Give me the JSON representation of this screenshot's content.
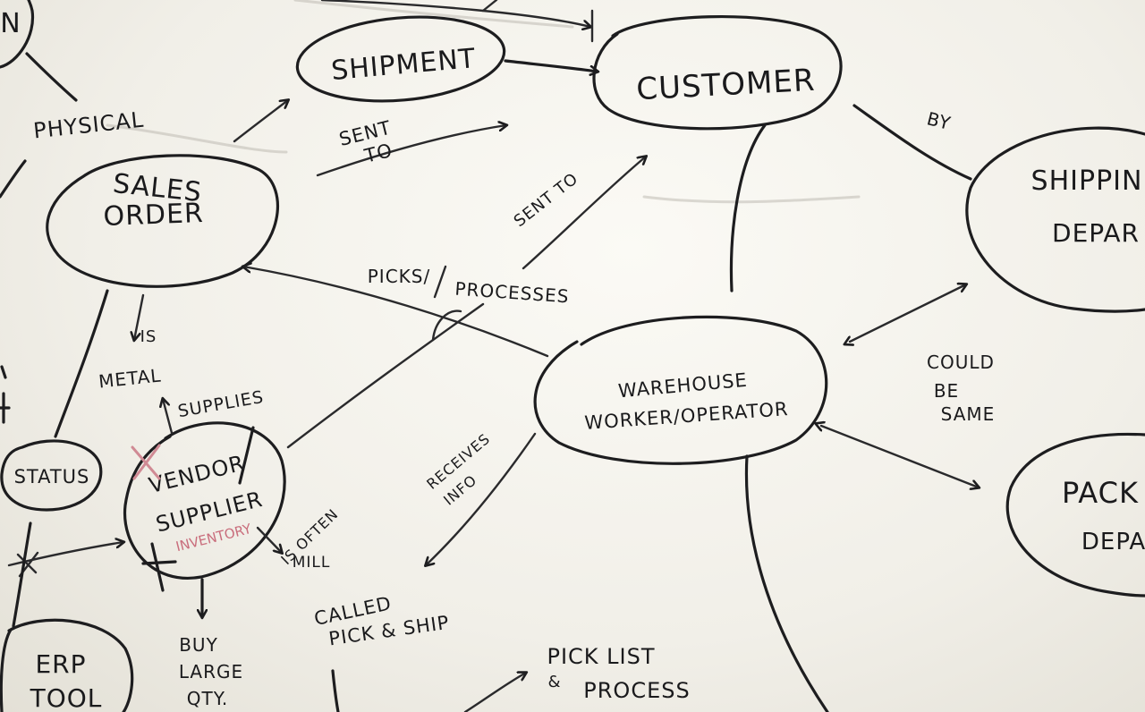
{
  "nodes": {
    "shipment": "SHIPMENT",
    "customer": "CUSTOMER",
    "shipping_department": [
      "SHIPPIN",
      "DEPAR"
    ],
    "sales_order": [
      "SALES",
      "ORDER"
    ],
    "warehouse_worker": [
      "WAREHOUSE",
      "WORKER/OPERATOR"
    ],
    "vendor_supplier": [
      "VENDOR",
      "SUPPLIER"
    ],
    "vendor_note": "INVENTORY",
    "status": "STATUS",
    "erp_tool": [
      "ERP",
      "TOOL"
    ],
    "packing_department": [
      "PACK",
      "DEPA"
    ],
    "top_left_partial": "N"
  },
  "labels": {
    "physical": "PHYSICAL",
    "sent_to_1": [
      "SENT",
      "TO"
    ],
    "sent_to_2": "SENT TO",
    "by": "BY",
    "picks_processes": [
      "PICKS/",
      "PROCESSES"
    ],
    "is_metal": [
      "IS",
      "METAL"
    ],
    "supplies": "SUPPLIES",
    "is_often_mill": [
      "IS OFTEN",
      "MILL"
    ],
    "could_be_same": [
      "COULD",
      "BE",
      "SAME"
    ],
    "receives_info": [
      "RECEIVES",
      "INFO"
    ],
    "called_pick_ship": [
      "CALLED",
      "PICK & SHIP"
    ],
    "buy_large_qty": [
      "BUY",
      "LARGE",
      "QTY."
    ],
    "pick_list_process": [
      "PICK LIST",
      "&",
      "PROCESS"
    ]
  },
  "colors": {
    "ink": "#1d1d1f",
    "marker_red": "#d08a94",
    "board": "#f5f4ee"
  }
}
